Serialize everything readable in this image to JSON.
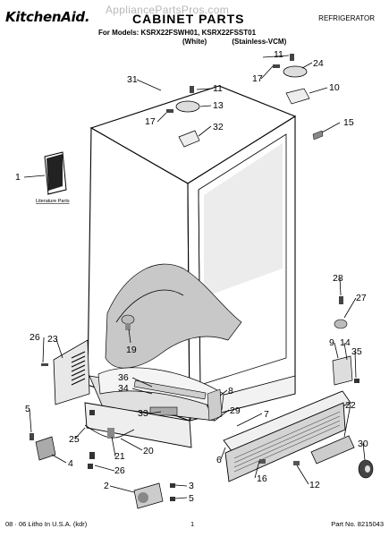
{
  "header": {
    "brand": "KitchenAid.",
    "watermark": "AppliancePartsPros.com",
    "title": "CABINET PARTS",
    "category": "REFRIGERATOR",
    "models_line": "For Models: KSRX22FSWH01, KSRX22FSST01",
    "variants": [
      "(White)",
      "(Stainless-VCM)"
    ]
  },
  "literature_label": "Literature Parts",
  "callouts": [
    "31",
    "11",
    "24",
    "17",
    "10",
    "11",
    "13",
    "17",
    "32",
    "15",
    "1",
    "28",
    "27",
    "26",
    "23",
    "19",
    "9",
    "14",
    "35",
    "36",
    "34",
    "8",
    "33",
    "29",
    "7",
    "5",
    "25",
    "21",
    "20",
    "22",
    "30",
    "6",
    "4",
    "26",
    "16",
    "12",
    "2",
    "3",
    "5"
  ],
  "footer": {
    "left": "08 · 06 Litho In U.S.A. (kdr)",
    "page": "1",
    "part_no": "Part No. 8215043"
  }
}
